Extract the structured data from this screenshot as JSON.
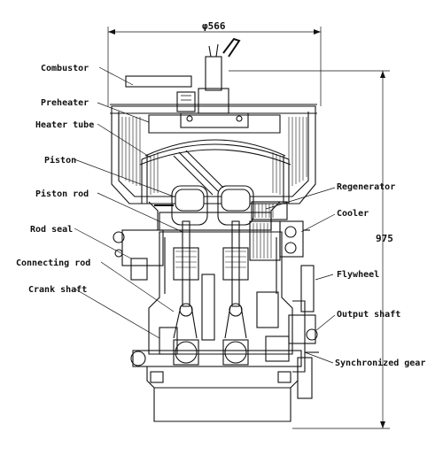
{
  "dimensions": {
    "width_label": "φ566",
    "height_label": "975"
  },
  "labels": {
    "combustor": "Combustor",
    "preheater": "Preheater",
    "heater_tube": "Heater tube",
    "piston": "Piston",
    "piston_rod": "Piston rod",
    "rod_seal": "Rod seal",
    "connecting_rod": "Connecting rod",
    "crank_shaft": "Crank shaft",
    "regenerator": "Regenerator",
    "cooler": "Cooler",
    "flywheel": "Flywheel",
    "output_shaft": "Output shaft",
    "synchronized_gear": "Synchronized gear"
  }
}
